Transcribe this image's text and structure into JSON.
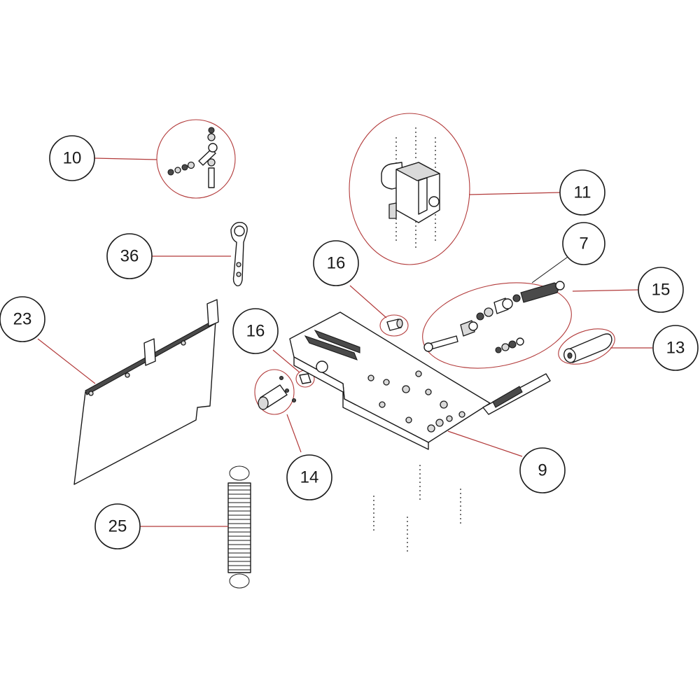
{
  "diagram": {
    "accent_leader_color": "#b23a3a",
    "callouts": [
      {
        "id": "c10",
        "label": "10"
      },
      {
        "id": "c11",
        "label": "11"
      },
      {
        "id": "c36",
        "label": "36"
      },
      {
        "id": "c16a",
        "label": "16"
      },
      {
        "id": "c7",
        "label": "7"
      },
      {
        "id": "c15",
        "label": "15"
      },
      {
        "id": "c23",
        "label": "23"
      },
      {
        "id": "c16b",
        "label": "16"
      },
      {
        "id": "c13",
        "label": "13"
      },
      {
        "id": "c14",
        "label": "14"
      },
      {
        "id": "c9",
        "label": "9"
      },
      {
        "id": "c25",
        "label": "25"
      }
    ]
  }
}
